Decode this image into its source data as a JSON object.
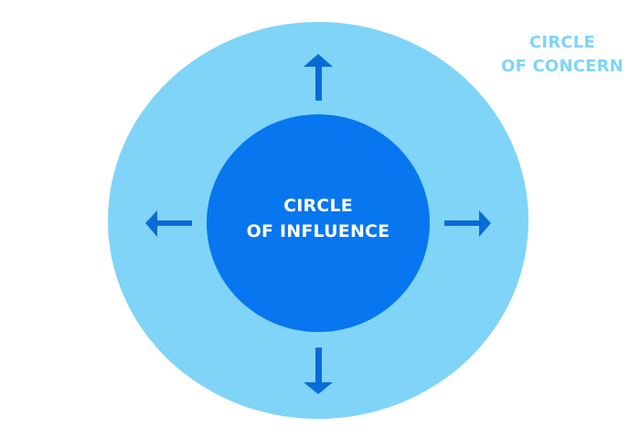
{
  "diagram": {
    "outer": {
      "label_lines": [
        "CIRCLE",
        "OF CONCERN"
      ],
      "fill": "#7fd4f8",
      "label_color": "#7fd4f8"
    },
    "inner": {
      "label_lines": [
        "CIRCLE",
        "OF INFLUENCE"
      ],
      "fill": "#0876ef",
      "label_color": "#ffffff"
    },
    "arrows": {
      "color": "#0a6bd6",
      "directions": [
        "up",
        "down",
        "left",
        "right"
      ]
    }
  }
}
